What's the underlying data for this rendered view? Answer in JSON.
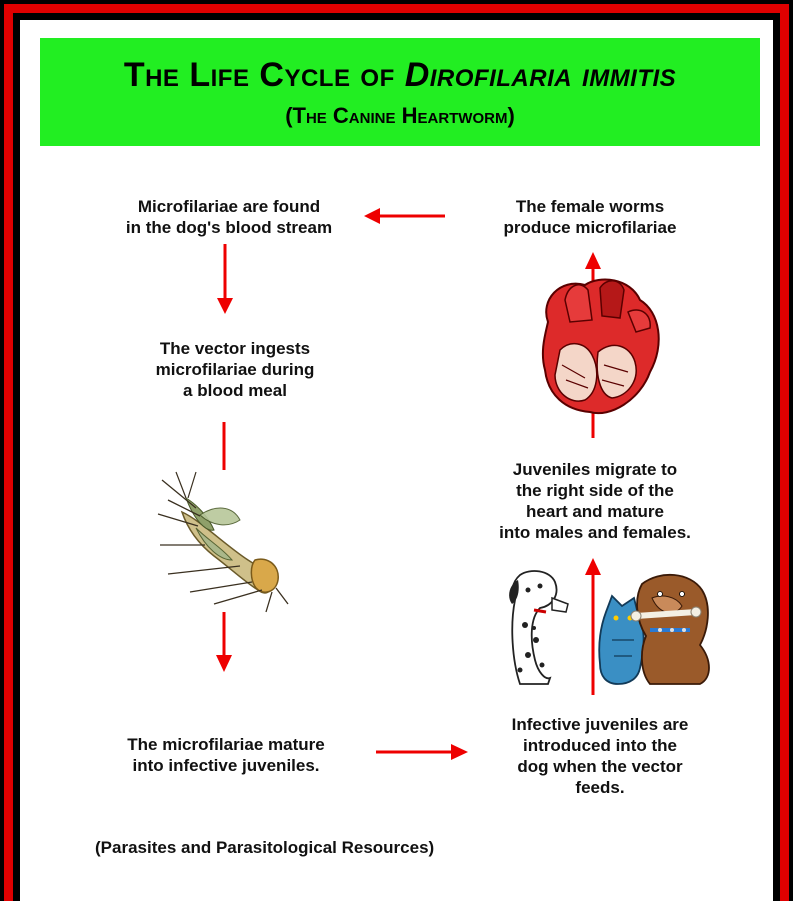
{
  "title": {
    "line1_prefix": "The Life Cycle of ",
    "line1_species": "Dirofilaria immitis",
    "line2": "(The Canine Heartworm)"
  },
  "steps": {
    "microfilariae_blood": "Microfilariae are found\nin the dog's blood stream",
    "female_worms": "The female worms\nproduce microfilariae",
    "vector_ingests": "The vector ingests\nmicrofilariae during\na blood meal",
    "juveniles_migrate": "Juveniles migrate to\nthe right side of the\nheart and mature\ninto males and females.",
    "microfilariae_mature": "The microfilariae mature\ninto infective juveniles.",
    "infective_juveniles": "Infective juveniles are\nintroduced into the\ndog when the vector\nfeeds."
  },
  "source": "(Parasites and Parasitological Resources)",
  "colors": {
    "banner": "#22ee22",
    "arrow": "#ee0000",
    "frame": "#e00000"
  },
  "illustrations": [
    "mosquito-illustration",
    "heart-illustration",
    "dogs-illustration"
  ]
}
